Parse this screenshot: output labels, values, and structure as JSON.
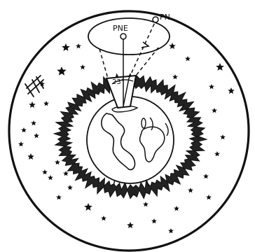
{
  "labels": {
    "pne": "PNE",
    "pn": "PN",
    "angle": "23°"
  },
  "colors": {
    "ink": "#111111",
    "background": "#ffffff"
  },
  "stars": 34
}
